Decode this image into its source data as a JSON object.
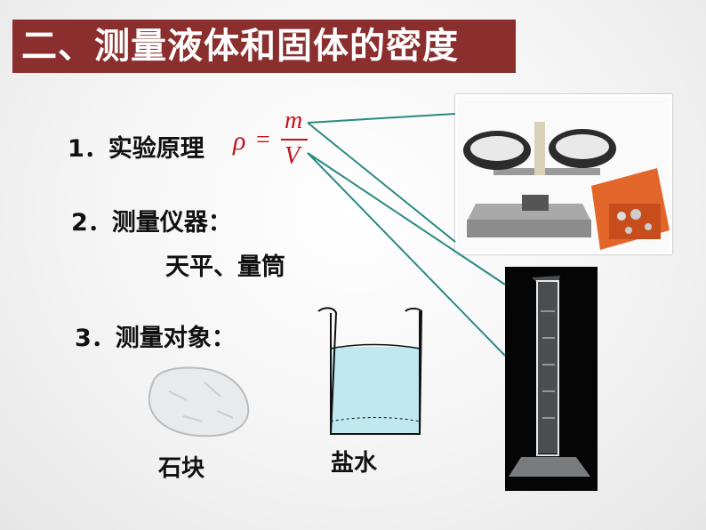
{
  "title": "二、测量液体和固体的密度",
  "items": {
    "principle_label": "1．实验原理",
    "instruments_label": "2．测量仪器：",
    "instruments_value": "天平、量筒",
    "objects_label": "3．测量对象："
  },
  "formula": {
    "rho": "ρ",
    "equals": "=",
    "numerator": "m",
    "denominator": "V"
  },
  "objects": {
    "stone": "石块",
    "saltwater": "盐水"
  },
  "colors": {
    "title_bg": "#8b2e2e",
    "formula": "#c0141c",
    "connector": "#2a8a82",
    "water": "#bfe8f0"
  }
}
